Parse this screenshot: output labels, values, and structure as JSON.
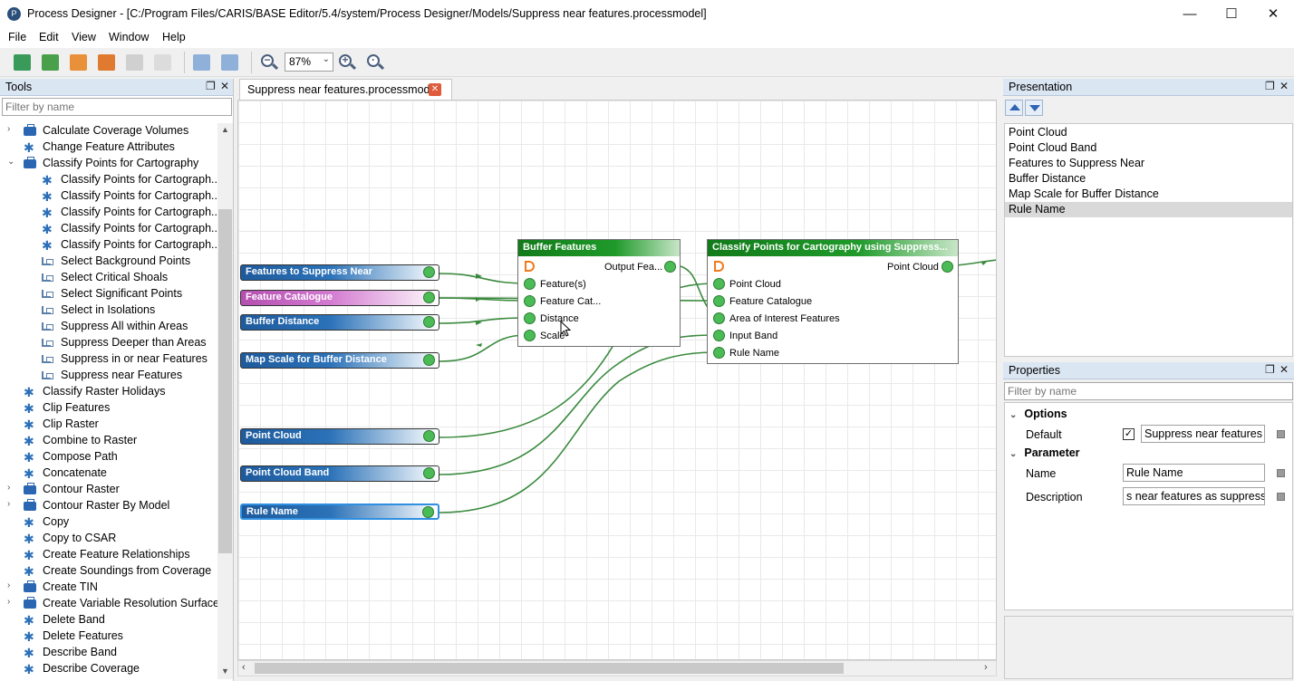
{
  "window": {
    "title": "Process Designer - [C:/Program Files/CARIS/BASE Editor/5.4/system/Process Designer/Models/Suppress near features.processmodel]",
    "controls": {
      "minimize": "—",
      "maximize": "☐",
      "close": "✕"
    }
  },
  "menu": [
    "File",
    "Edit",
    "View",
    "Window",
    "Help"
  ],
  "toolbar": {
    "icons": [
      "new-model-icon",
      "import-icon",
      "open-folder-icon",
      "open-recent-icon",
      "save-icon",
      "save-all-icon",
      "cascade-icon",
      "tile-icon"
    ],
    "zoom_value": "87%",
    "zoom_buttons": [
      "zoom-out-icon",
      "zoom-in-icon",
      "zoom-fit-icon"
    ]
  },
  "tools_panel": {
    "title": "Tools",
    "filter_placeholder": "Filter by name",
    "items": [
      {
        "label": "Calculate Coverage Volumes",
        "icon": "toolbox",
        "expander": "›",
        "level": 0
      },
      {
        "label": "Change Feature Attributes",
        "icon": "gear",
        "expander": "",
        "level": 0
      },
      {
        "label": "Classify Points for Cartography",
        "icon": "toolbox",
        "expander": "⌄",
        "level": 0
      },
      {
        "label": "Classify Points for Cartograph...",
        "icon": "gear",
        "expander": "",
        "level": 1
      },
      {
        "label": "Classify Points for Cartograph...",
        "icon": "gear",
        "expander": "",
        "level": 1
      },
      {
        "label": "Classify Points for Cartograph...",
        "icon": "gear",
        "expander": "",
        "level": 1
      },
      {
        "label": "Classify Points for Cartograph...",
        "icon": "gear",
        "expander": "",
        "level": 1
      },
      {
        "label": "Classify Points for Cartograph...",
        "icon": "gear",
        "expander": "",
        "level": 1
      },
      {
        "label": "Select Background Points",
        "icon": "model",
        "expander": "",
        "level": 1
      },
      {
        "label": "Select Critical Shoals",
        "icon": "model",
        "expander": "",
        "level": 1
      },
      {
        "label": "Select Significant Points",
        "icon": "model",
        "expander": "",
        "level": 1
      },
      {
        "label": "Select in Isolations",
        "icon": "model",
        "expander": "",
        "level": 1
      },
      {
        "label": "Suppress All within Areas",
        "icon": "model",
        "expander": "",
        "level": 1
      },
      {
        "label": "Suppress Deeper than Areas",
        "icon": "model",
        "expander": "",
        "level": 1
      },
      {
        "label": "Suppress in or near Features",
        "icon": "model",
        "expander": "",
        "level": 1
      },
      {
        "label": "Suppress near Features",
        "icon": "model",
        "expander": "",
        "level": 1
      },
      {
        "label": "Classify Raster Holidays",
        "icon": "gear",
        "expander": "",
        "level": 0
      },
      {
        "label": "Clip Features",
        "icon": "gear",
        "expander": "",
        "level": 0
      },
      {
        "label": "Clip Raster",
        "icon": "gear",
        "expander": "",
        "level": 0
      },
      {
        "label": "Combine to Raster",
        "icon": "gear",
        "expander": "",
        "level": 0
      },
      {
        "label": "Compose Path",
        "icon": "gear",
        "expander": "",
        "level": 0
      },
      {
        "label": "Concatenate",
        "icon": "gear",
        "expander": "",
        "level": 0
      },
      {
        "label": "Contour Raster",
        "icon": "toolbox",
        "expander": "›",
        "level": 0
      },
      {
        "label": "Contour Raster By Model",
        "icon": "toolbox",
        "expander": "›",
        "level": 0
      },
      {
        "label": "Copy",
        "icon": "gear",
        "expander": "",
        "level": 0
      },
      {
        "label": "Copy to CSAR",
        "icon": "gear",
        "expander": "",
        "level": 0
      },
      {
        "label": "Create Feature Relationships",
        "icon": "gear",
        "expander": "",
        "level": 0
      },
      {
        "label": "Create Soundings from Coverage",
        "icon": "gear",
        "expander": "",
        "level": 0
      },
      {
        "label": "Create TIN",
        "icon": "toolbox",
        "expander": "›",
        "level": 0
      },
      {
        "label": "Create Variable Resolution Surface",
        "icon": "toolbox",
        "expander": "›",
        "level": 0
      },
      {
        "label": "Delete Band",
        "icon": "gear",
        "expander": "",
        "level": 0
      },
      {
        "label": "Delete Features",
        "icon": "gear",
        "expander": "",
        "level": 0
      },
      {
        "label": "Describe Band",
        "icon": "gear",
        "expander": "",
        "level": 0
      },
      {
        "label": "Describe Coverage",
        "icon": "gear",
        "expander": "",
        "level": 0
      }
    ]
  },
  "document": {
    "tab_label": "Suppress near features.processmodel",
    "inputs": [
      {
        "label": "Features to Suppress Near",
        "color": "blue"
      },
      {
        "label": "Feature Catalogue",
        "color": "pink"
      },
      {
        "label": "Buffer Distance",
        "color": "blue"
      },
      {
        "label": "Map Scale for Buffer Distance",
        "color": "blue"
      },
      {
        "label": "Point Cloud",
        "color": "blue"
      },
      {
        "label": "Point Cloud Band",
        "color": "blue"
      },
      {
        "label": "Rule Name",
        "color": "blue"
      }
    ],
    "buffer_node": {
      "title": "Buffer Features",
      "output": "Output Fea...",
      "ports": [
        "Feature(s)",
        "Feature Cat...",
        "Distance",
        "Scale"
      ]
    },
    "classify_node": {
      "title": "Classify Points for Cartography using Suppress...",
      "output": "Point Cloud",
      "ports": [
        "Point Cloud",
        "Feature Catalogue",
        "Area of Interest Features",
        "Input Band",
        "Rule Name"
      ]
    }
  },
  "presentation_panel": {
    "title": "Presentation",
    "items": [
      "Point Cloud",
      "Point Cloud Band",
      "Features to Suppress Near",
      "Buffer Distance",
      "Map Scale for Buffer Distance",
      "Rule Name"
    ],
    "selected": "Rule Name"
  },
  "properties_panel": {
    "title": "Properties",
    "filter_placeholder": "Filter by name",
    "options_section": "Options",
    "default_label": "Default",
    "default_checked": true,
    "default_value": "Suppress near features",
    "parameter_section": "Parameter",
    "name_label": "Name",
    "name_value": "Rule Name",
    "description_label": "Description",
    "description_value": "s near features as suppressed."
  },
  "colors": {
    "accent": "#2b72b8",
    "node_header": "#1f9a2a",
    "port": "#4bbb55",
    "pink_input": "#d37ad0",
    "panel_header": "#dbe6f3"
  }
}
